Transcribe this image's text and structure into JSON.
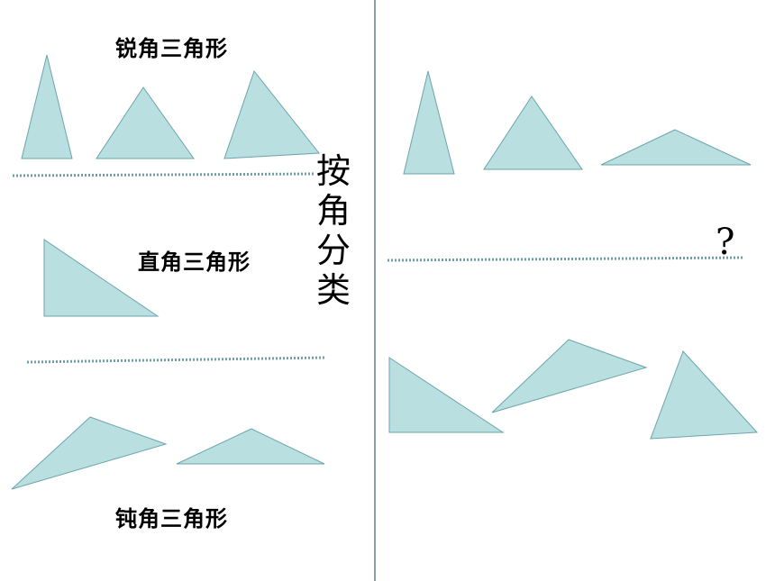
{
  "groups": {
    "acute": "锐角三角形",
    "right": "直角三角形",
    "obtuse": "钝角三角形"
  },
  "classify_by": [
    "按",
    "角",
    "分",
    "类"
  ],
  "question_mark": "?",
  "colors": {
    "triangle_fill": "#b9dfe1",
    "triangle_stroke": "#6aa5ac",
    "divider": "#6f9fa5",
    "center_line": "#8c9ea3"
  }
}
